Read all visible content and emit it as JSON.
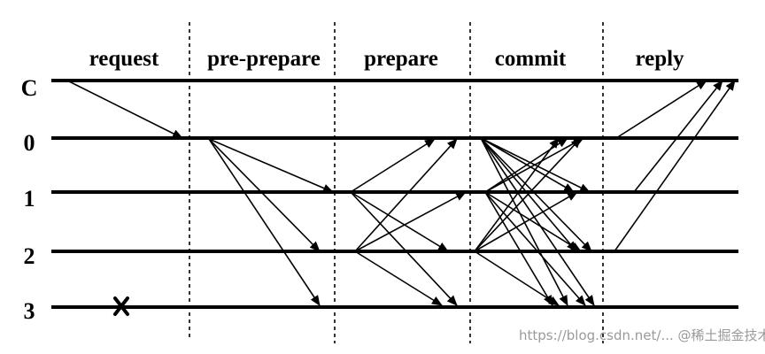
{
  "phases": [
    "request",
    "pre-prepare",
    "prepare",
    "commit",
    "reply"
  ],
  "nodes": [
    "C",
    "0",
    "1",
    "2",
    "3"
  ],
  "faulty_node_mark": "X",
  "watermark": "https://blog.csdn.net/... @稀土掘金技术社区"
}
